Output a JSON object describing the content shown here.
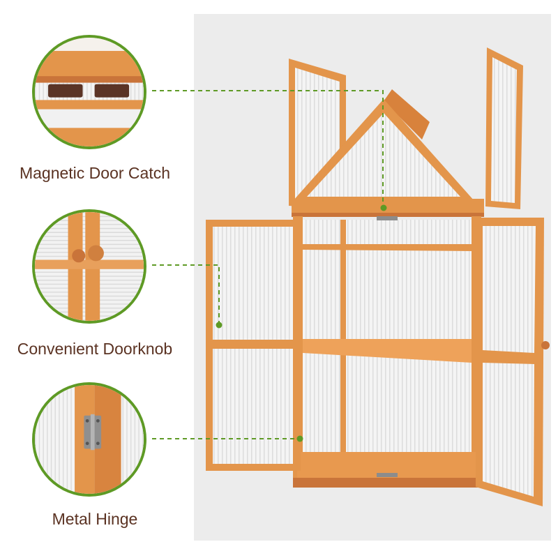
{
  "callouts": [
    {
      "label": "Magnetic Door Catch",
      "icon": "magnetic-door-catch-icon"
    },
    {
      "label": "Convenient Doorknob",
      "icon": "doorknob-icon"
    },
    {
      "label": "Metal Hinge",
      "icon": "metal-hinge-icon"
    }
  ],
  "colors": {
    "accent_green": "#5e9a25",
    "caption_brown": "#5a3222",
    "wood": "#e3954b",
    "wood_dark": "#c9743a",
    "panel_gray": "#ececec"
  }
}
